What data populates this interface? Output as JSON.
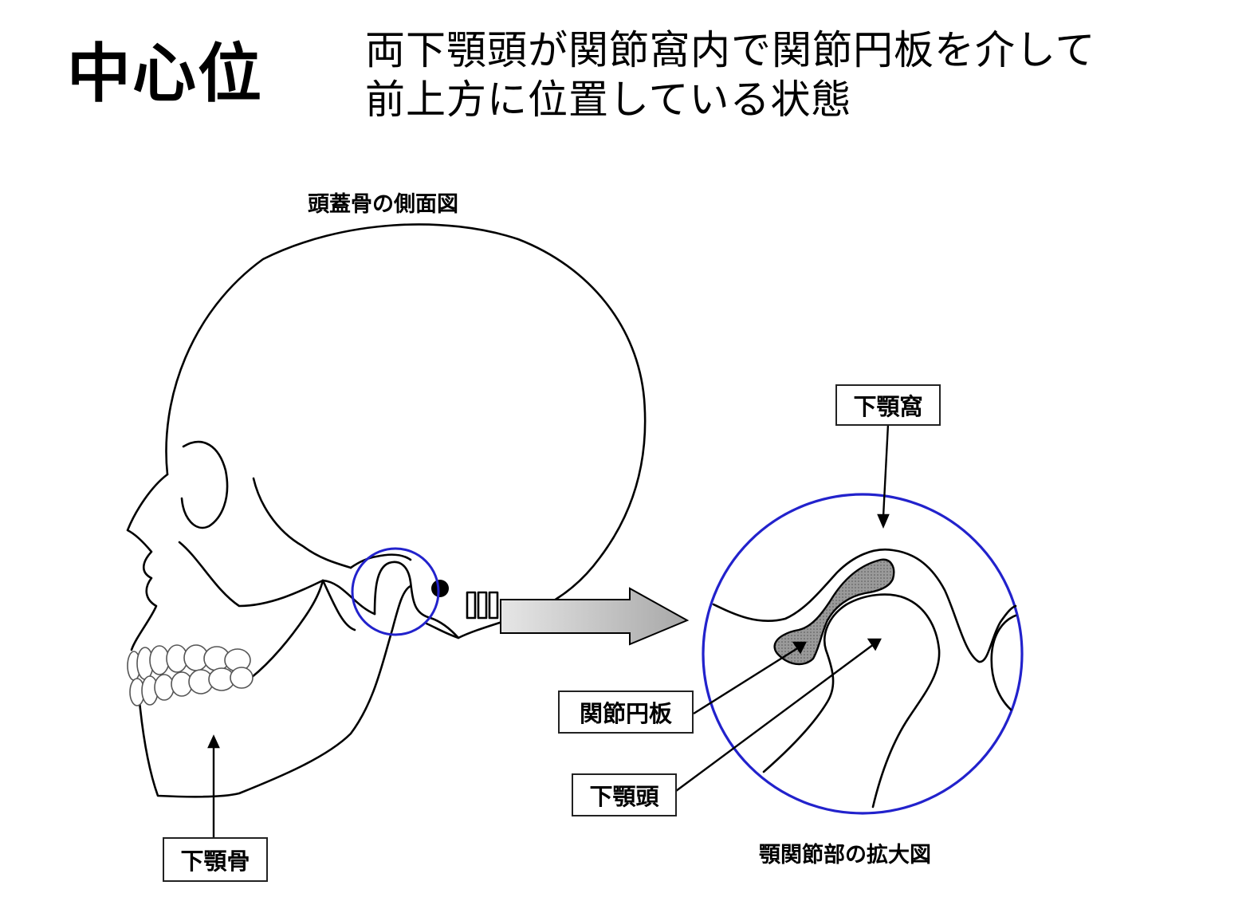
{
  "title": "中心位",
  "description": {
    "line1": "両下顎頭が関節窩内で関節円板を介して",
    "line2": "前上方に位置している状態"
  },
  "captions": {
    "skull_side_view": "頭蓋骨の側面図",
    "joint_enlarged": "顎関節部の拡大図"
  },
  "labels": {
    "mandibular_fossa": "下顎窩",
    "articular_disc": "関節円板",
    "mandibular_head": "下顎頭",
    "mandible": "下顎骨"
  },
  "colors": {
    "highlight_circle": "#2222cc",
    "line": "#000000",
    "disc_fill": "#8a8a8a",
    "arrow_fill": "#bdbdbd"
  }
}
